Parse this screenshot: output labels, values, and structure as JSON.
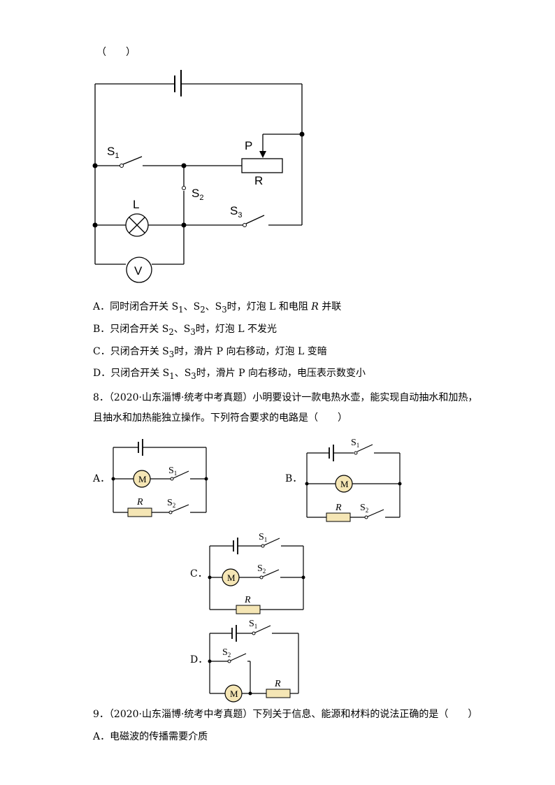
{
  "top_blank": "（　　）",
  "q7": {
    "circuit_labels": {
      "s1": "S",
      "s1_sub": "1",
      "s2": "S",
      "s2_sub": "2",
      "s3": "S",
      "s3_sub": "3",
      "p": "P",
      "r": "R",
      "l": "L",
      "v": "V"
    },
    "options": [
      {
        "letter": "A．",
        "pre": "同时闭合开关 S",
        "s1": "1",
        "mid1": "、S",
        "s2": "2",
        "mid2": "、S",
        "s3": "3",
        "post": "时，灯泡 L 和电阻 ",
        "r": "R",
        "end": " 并联"
      },
      {
        "letter": "B．",
        "pre": "只闭合开关 S",
        "s2": "2",
        "mid": "、S",
        "s3": "3",
        "post": "时，灯泡 L 不发光"
      },
      {
        "letter": "C．",
        "pre": "只闭合开关 S",
        "s3": "3",
        "post": "时，滑片 P 向右移动，灯泡 L 变暗"
      },
      {
        "letter": "D．",
        "pre": "只闭合开关 S",
        "s1": "1",
        "mid": "、S",
        "s3": "3",
        "post": "时，滑片 P 向右移动，电压表示数变小"
      }
    ]
  },
  "q8": {
    "line1": "8．（2020·山东淄博·统考中考真题）小明要设计一款电热水壶，能实现自动抽水和加热，",
    "line2": "且抽水和加热能独立操作。下列符合要求的电路是（　　）",
    "option_letters": [
      "A．",
      "B．",
      "C．",
      "D．"
    ],
    "motor": "M",
    "resistor": "R",
    "s": "S",
    "sub1": "1",
    "sub2": "2"
  },
  "q9": {
    "line1": "9．（2020·山东淄博·统考中考真题）下列关于信息、能源和材料的说法正确的是（　　）",
    "optionA": "A．电磁波的传播需要介质"
  },
  "colors": {
    "resistor_fill": "#f5e6b5",
    "motor_fill": "#f5e6b5",
    "ink": "#000000"
  }
}
